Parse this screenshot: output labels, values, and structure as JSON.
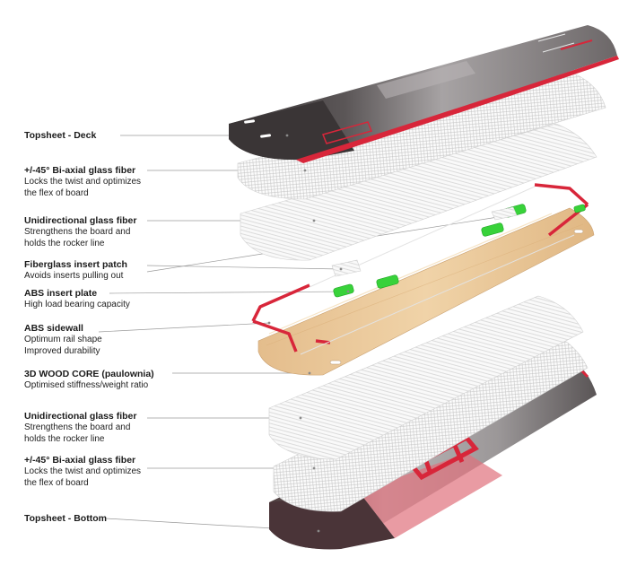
{
  "layers": [
    {
      "id": "topsheet-deck",
      "title": "Topsheet - Deck",
      "lines": []
    },
    {
      "id": "biaxial-top",
      "title": "+/-45° Bi-axial glass fiber",
      "lines": [
        "Locks the twist and optimizes",
        "the flex of board"
      ]
    },
    {
      "id": "unidirectional-top",
      "title": "Unidirectional glass fiber",
      "lines": [
        "Strengthens the board and",
        "holds the rocker line"
      ]
    },
    {
      "id": "insert-patch",
      "title": "Fiberglass insert patch",
      "lines": [
        "Avoids inserts pulling out"
      ]
    },
    {
      "id": "abs-insert-plate",
      "title": "ABS insert plate",
      "lines": [
        "High load bearing capacity"
      ]
    },
    {
      "id": "abs-sidewall",
      "title": "ABS sidewall",
      "lines": [
        "Optimum rail shape",
        "Improved durability"
      ]
    },
    {
      "id": "wood-core",
      "title": "3D WOOD CORE (paulownia)",
      "lines": [
        "Optimised stiffness/weight ratio"
      ]
    },
    {
      "id": "unidirectional-bottom",
      "title": "Unidirectional glass fiber",
      "lines": [
        "Strengthens the board and",
        "holds the rocker line"
      ]
    },
    {
      "id": "biaxial-bottom",
      "title": "+/-45° Bi-axial glass fiber",
      "lines": [
        "Locks the twist and optimizes",
        "the flex of board"
      ]
    },
    {
      "id": "topsheet-bottom",
      "title": "Topsheet - Bottom",
      "lines": []
    }
  ],
  "colors": {
    "deck_dark": "#3a3536",
    "deck_grey": "#8d8a8b",
    "accent_red": "#d8263a",
    "fiber": "#d9d9d9",
    "wood": "#e9c89a",
    "insert_green": "#38d23a",
    "leader": "#9a9a9a"
  }
}
